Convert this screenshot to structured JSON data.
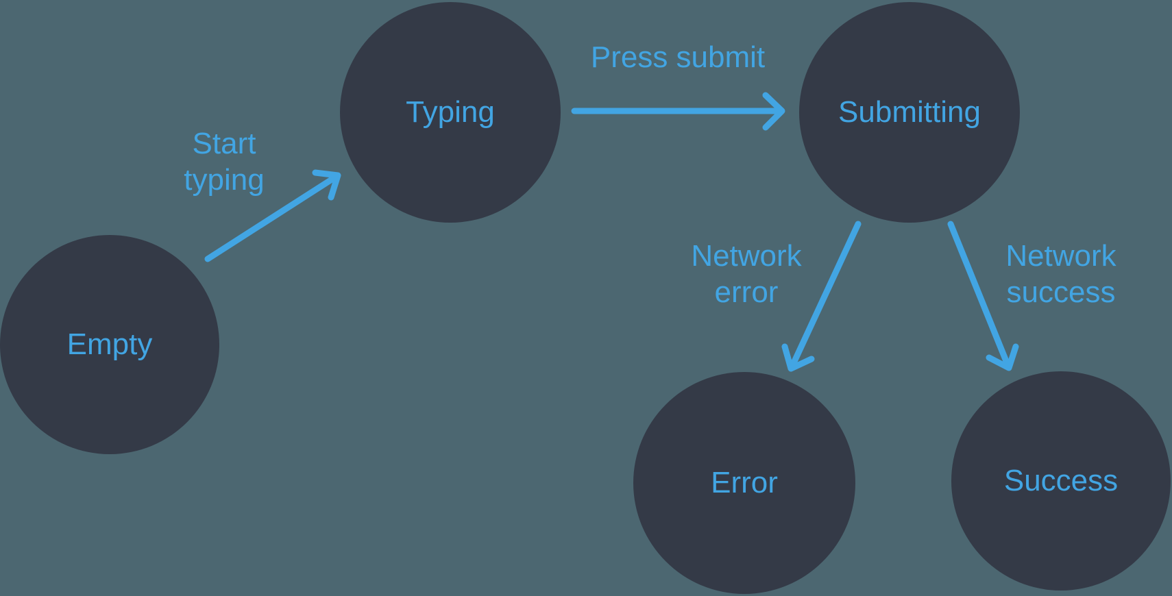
{
  "theme": {
    "background": "#4C6771",
    "node-fill": "#343A47",
    "accent": "#42A5E3"
  },
  "diagram": {
    "type": "state-machine",
    "nodes": [
      {
        "id": "empty",
        "label": "Empty"
      },
      {
        "id": "typing",
        "label": "Typing"
      },
      {
        "id": "submitting",
        "label": "Submitting"
      },
      {
        "id": "error",
        "label": "Error"
      },
      {
        "id": "success",
        "label": "Success"
      }
    ],
    "edges": [
      {
        "from": "empty",
        "to": "typing",
        "label": "Start\ntyping"
      },
      {
        "from": "typing",
        "to": "submitting",
        "label": "Press submit"
      },
      {
        "from": "submitting",
        "to": "error",
        "label": "Network\nerror"
      },
      {
        "from": "submitting",
        "to": "success",
        "label": "Network\nsuccess"
      }
    ]
  }
}
